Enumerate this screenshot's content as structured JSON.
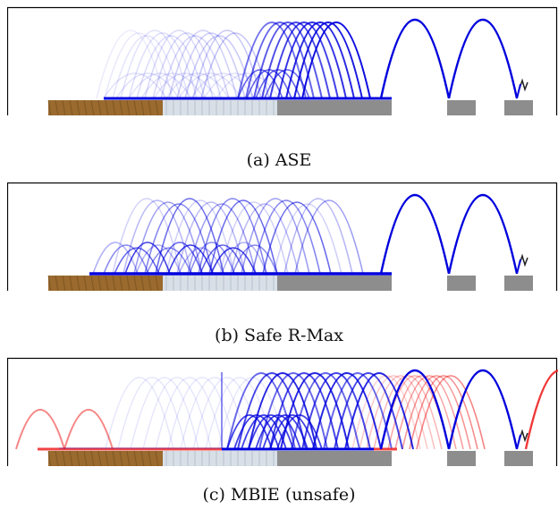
{
  "figure": {
    "panels": [
      {
        "caption": "(a) ASE",
        "variant": "ase"
      },
      {
        "caption": "(b) Safe R-Max",
        "variant": "rmax"
      },
      {
        "caption": "(c) MBIE (unsafe)",
        "variant": "mbie"
      }
    ],
    "colors": {
      "trajectory": "#0000dd",
      "unsafe_trajectory": "#ee2222",
      "dirt": "#9a6a2e",
      "ice": "#d8dfe6",
      "stone": "#8d8d8d",
      "frame": "#000000"
    }
  }
}
